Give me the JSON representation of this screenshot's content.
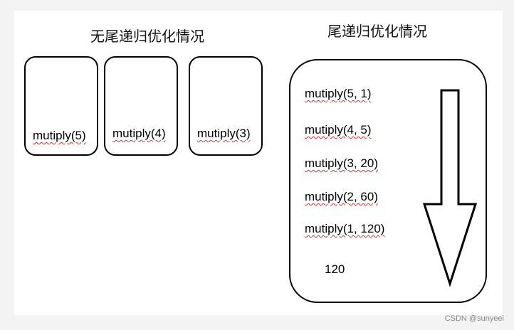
{
  "left_title": "无尾递归优化情况",
  "right_title": "尾递归优化情况",
  "left_stack": [
    "mutiply(5)",
    "mutiply(4)",
    "mutiply(3)"
  ],
  "right_calls": [
    "mutiply(5, 1)",
    "mutiply(4, 5)",
    "mutiply(3, 20)",
    "mutiply(2, 60)",
    "mutiply(1, 120)"
  ],
  "result": "120",
  "watermark": "CSDN @sunyeei"
}
